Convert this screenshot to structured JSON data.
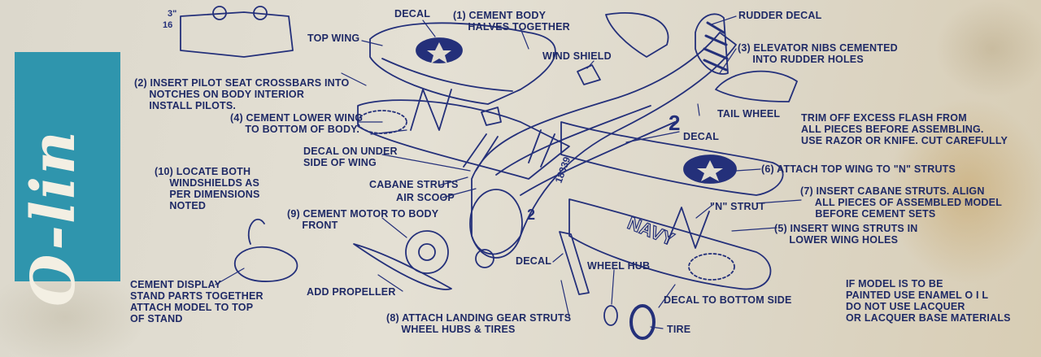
{
  "brand": {
    "logo": "O-lin"
  },
  "labels": {
    "dim_top": "3\"",
    "dim_bottom": "16",
    "decal_top": "DECAL",
    "step1": "(1) CEMENT BODY\n     HALVES TOGETHER",
    "top_wing": "TOP WING",
    "rudder_decal": "RUDDER DECAL",
    "step3": "(3) ELEVATOR NIBS CEMENTED\n     INTO RUDDER HOLES",
    "wind_shield": "WIND SHIELD",
    "step2": "(2) INSERT PILOT SEAT CROSSBARS INTO\n     NOTCHES ON BODY INTERIOR\n     INSTALL PILOTS.",
    "tail_wheel": "TAIL WHEEL",
    "trim_note": "TRIM OFF EXCESS FLASH FROM\nALL PIECES BEFORE ASSEMBLING.\nUSE RAZOR OR KNIFE. CUT CAREFULLY",
    "step4": "(4) CEMENT LOWER WING\n     TO BOTTOM OF BODY.",
    "decal_mid": "DECAL",
    "decal_under": "DECAL ON UNDER\nSIDE OF WING",
    "step10": "(10) LOCATE BOTH\n     WINDSHIELDS AS\n     PER DIMENSIONS\n     NOTED",
    "cabane": "CABANE STRUTS",
    "air_scoop": "AIR SCOOP",
    "step6": "(6) ATTACH TOP WING TO \"N\" STRUTS",
    "step7": "(7) INSERT CABANE STRUTS. ALIGN\n     ALL PIECES OF ASSEMBLED MODEL\n     BEFORE CEMENT SETS",
    "step9": "(9) CEMENT MOTOR TO BODY\n     FRONT",
    "n_strut": "\"N\" STRUT",
    "step5": "(5) INSERT WING STRUTS IN\n     LOWER WING HOLES",
    "decal_low": "DECAL",
    "wheel_hub": "WHEEL HUB",
    "stand": "CEMENT DISPLAY\nSTAND PARTS TOGETHER\nATTACH MODEL TO TOP\nOF STAND",
    "add_prop": "ADD PROPELLER",
    "paint_note": "IF MODEL IS TO BE\nPAINTED USE ENAMEL O I L\nDO NOT USE LACQUER\nOR LACQUER BASE MATERIALS",
    "decal_bottom_side": "DECAL TO BOTTOM SIDE",
    "step8": "(8) ATTACH LANDING GEAR STRUTS\n     WHEEL HUBS & TIRES",
    "tire": "TIRE",
    "num_big": "2",
    "num_small": "2",
    "serial": "18339",
    "wing_text": "NAVY"
  },
  "colors": {
    "ink": "#1f2a66",
    "logo_bg": "#2f95ad",
    "paper": "#e0dccf"
  }
}
